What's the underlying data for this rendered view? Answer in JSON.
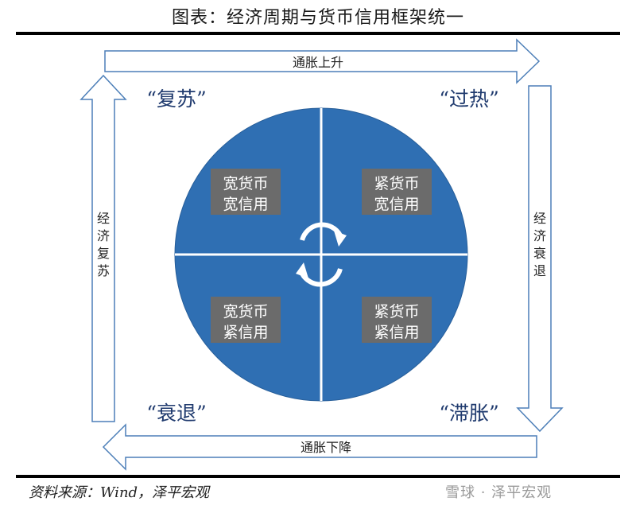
{
  "title": "图表：经济周期与货币信用框架统一",
  "arrows": {
    "top": "通胀上升",
    "bottom": "通胀下降",
    "left": "经济复苏",
    "right": "经济衰退"
  },
  "phases": {
    "top_left": "“复苏”",
    "top_right": "“过热”",
    "bottom_left": "“衰退”",
    "bottom_right": "“滞胀”"
  },
  "quadrants": {
    "top_left": [
      "宽货币",
      "宽信用"
    ],
    "top_right": [
      "紧货币",
      "宽信用"
    ],
    "bottom_left": [
      "宽货币",
      "紧信用"
    ],
    "bottom_right": [
      "紧货币",
      "紧信用"
    ]
  },
  "source": "资料来源：Wind，泽平宏观",
  "watermark": "雪球 · 泽平宏观",
  "colors": {
    "circle": "#2f6fb3",
    "box": "#6b6b6b",
    "arrow_stroke": "#4d7fb8",
    "phase_text": "#1f3a6e"
  },
  "icons": {
    "cycle": "cycle-arrows-icon"
  }
}
